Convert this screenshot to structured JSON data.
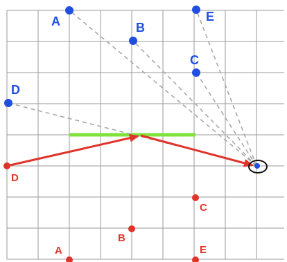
{
  "diagram": {
    "colors": {
      "grid": "#9a9a9a",
      "blue": "#1f4fe0",
      "red": "#e0332a",
      "green": "#7ee23a",
      "dashed": "#a8a8a8",
      "ring": "#111111"
    },
    "blue_points": [
      {
        "id": "A",
        "label": "A"
      },
      {
        "id": "B",
        "label": "B"
      },
      {
        "id": "C",
        "label": "C"
      },
      {
        "id": "D",
        "label": "D"
      },
      {
        "id": "E",
        "label": "E"
      }
    ],
    "red_points": [
      {
        "id": "A",
        "label": "A"
      },
      {
        "id": "B",
        "label": "B"
      },
      {
        "id": "C",
        "label": "C"
      },
      {
        "id": "D",
        "label": "D"
      },
      {
        "id": "E",
        "label": "E"
      }
    ]
  }
}
